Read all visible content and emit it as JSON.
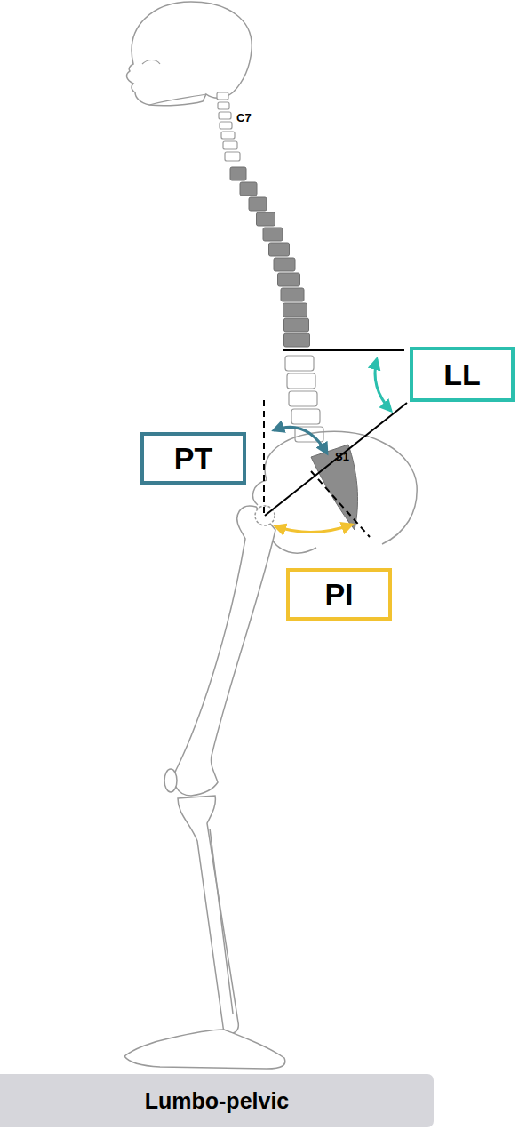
{
  "diagram": {
    "nodes": [
      {
        "text": [
          "LL"
        ]
      },
      {
        "text": [
          "PT"
        ]
      },
      {
        "text": [
          "PI"
        ]
      },
      {
        "text": [
          "Lumbo-pelvic"
        ]
      }
    ],
    "labels": [
      "C7",
      "S1"
    ]
  }
}
